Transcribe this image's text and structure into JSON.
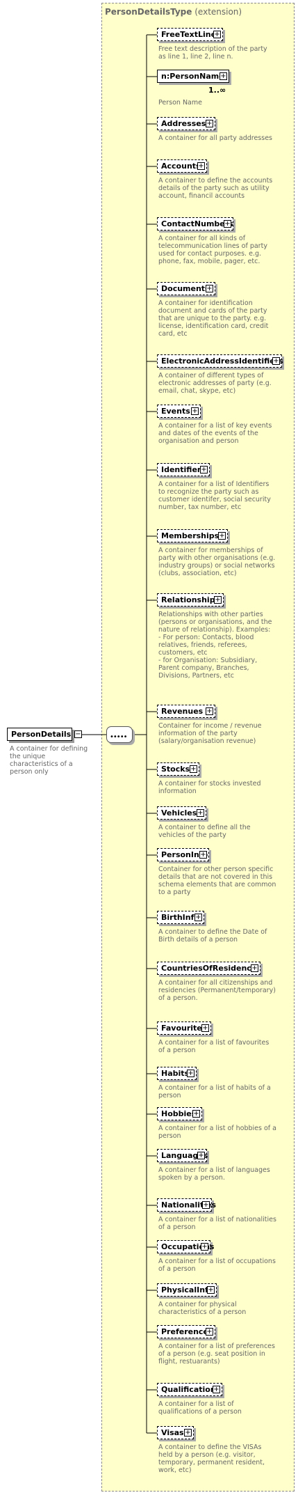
{
  "type_box": {
    "name": "PersonDetailsType",
    "extension": "(extension)"
  },
  "root": {
    "label": "PersonDetails",
    "description": "A container for defining the unique characteristics of a person only"
  },
  "elements": [
    {
      "label": "FreeTextLines",
      "description": "Free text description of the party as line 1, line 2, line n."
    },
    {
      "label": "n:PersonName",
      "description": "Person Name",
      "cardinality": "1..∞"
    },
    {
      "label": "Addresses",
      "description": "A container for all party addresses"
    },
    {
      "label": "Accounts",
      "description": "A container to define the accounts details of the party such as utility account, financil accounts"
    },
    {
      "label": "ContactNumbers",
      "description": "A container for all kinds of telecommunication lines of party used for contact purposes. e.g. phone, fax, mobile, pager, etc."
    },
    {
      "label": "Documents",
      "description": "A container for identification document and cards of the party that are unique to the party. e.g. license, identification card, credit card, etc"
    },
    {
      "label": "ElectronicAddressIdentifiers",
      "description": "A container of different types of electronic addresses of party (e.g. email, chat, skype, etc)"
    },
    {
      "label": "Events",
      "description": "A container for a list of key events and dates of the events of the organisation and person"
    },
    {
      "label": "Identifiers",
      "description": "A container for a list of Identifiers to recognize the party such as customer identifer, social security number, tax number, etc"
    },
    {
      "label": "Memberships",
      "description": "A container for memberships of party with other organisations (e.g. industry groups) or social networks (clubs, association, etc)"
    },
    {
      "label": "Relationships",
      "description": "Relationships with other parties (persons or organisations, and the nature of relationship). Examples:\n- For person: Contacts, blood relatives, friends, referees, customers, etc\n- for Organisation: Subsidiary, Parent company, Branches, Divisions, Partners, etc"
    },
    {
      "label": "Revenues",
      "description": "Container for income / revenue information of the party (salary/organisation revenue)"
    },
    {
      "label": "Stocks",
      "description": "A container for stocks invested information"
    },
    {
      "label": "Vehicles",
      "description": "A container to define all the vehicles of the party"
    },
    {
      "label": "PersonInfo",
      "description": "Container for other person specific details that are not covered in this schema elements that are common to a party"
    },
    {
      "label": "BirthInfo",
      "description": "A container to define the Date of Birth details of a person"
    },
    {
      "label": "CountriesOfResidence",
      "description": "A container for all citizenships and residencies (Permanent/temporary) of a person."
    },
    {
      "label": "Favourites",
      "description": "A container for a list of favourites of a person"
    },
    {
      "label": "Habits",
      "description": "A container for a list of habits of a person"
    },
    {
      "label": "Hobbies",
      "description": "A container for a list of hobbies of a person"
    },
    {
      "label": "Languages",
      "description": "A container for a list of languages spoken by a person."
    },
    {
      "label": "Nationalities",
      "description": "A container for a list of nationalities of a person"
    },
    {
      "label": "Occupations",
      "description": "A container for a list of occupations of a person"
    },
    {
      "label": "PhysicalInfo",
      "description": "A container for physical characteristics of a person"
    },
    {
      "label": "Preferences",
      "description": "A container for a list of preferences of a person (e.g. seat position in flight, restuarants)"
    },
    {
      "label": "Qualifications",
      "description": "A container for a list of qualifications of a person"
    },
    {
      "label": "Visas",
      "description": "A container to define the VISAs held by a person (e.g. visitor, temporary, permanent resident, work, etc)"
    }
  ]
}
